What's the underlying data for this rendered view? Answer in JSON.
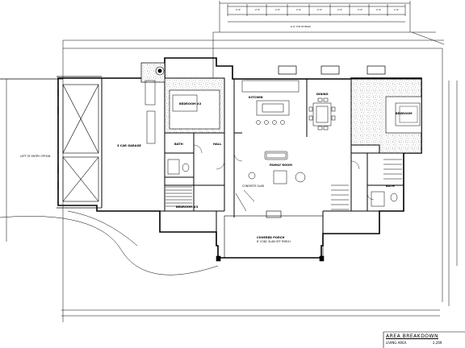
{
  "area_breakdown": {
    "title": "AREA BREAKDOWN",
    "rows": [
      {
        "label": "LIVING AREA",
        "value": "2,269"
      }
    ]
  },
  "rooms": {
    "garage": "3 CAR GARAGE",
    "kitchen": "KITCHEN",
    "dining": "DINING",
    "family": "FAMILY ROOM",
    "bedroom2": "BEDROOM #2",
    "bedroom3": "BEDROOM #3",
    "bath": "BATH",
    "hall": "HALL",
    "porch": "COVERED PORCH",
    "porch_note": "6' CONC SLAB OFF PORCH",
    "master_bath": "BATH",
    "master_bedroom": "BEDROOM"
  },
  "notes": {
    "dim_top": "6'-6\" TOP OF BEAM",
    "slab": "CONCRETE SLAB",
    "garage_note": "LEFT OF ENTRY OPTION"
  }
}
